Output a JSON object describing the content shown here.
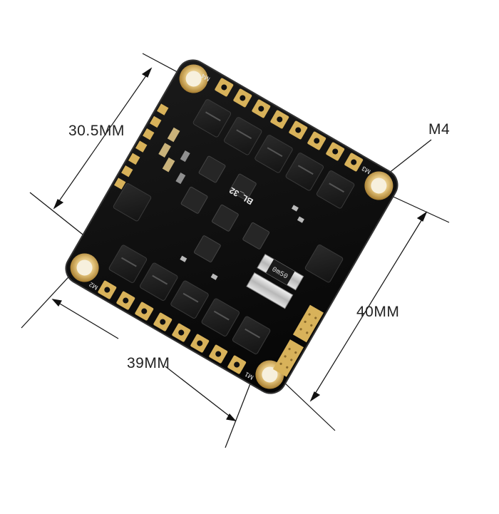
{
  "dimensions": {
    "mount_spacing": "30.5MM",
    "hole_label": "M4",
    "height": "40MM",
    "width": "39MM"
  },
  "board": {
    "silkscreen": "BL_32",
    "shunt_marking": "0m50",
    "motor_labels": [
      "M1",
      "M2",
      "M3",
      "M4"
    ]
  },
  "colors": {
    "pcb": "#0d0d0d",
    "gold": "#d8b25a",
    "chip": "#1e1e1e",
    "shunt": "#cfcfcf",
    "dimension_line": "#111111"
  }
}
